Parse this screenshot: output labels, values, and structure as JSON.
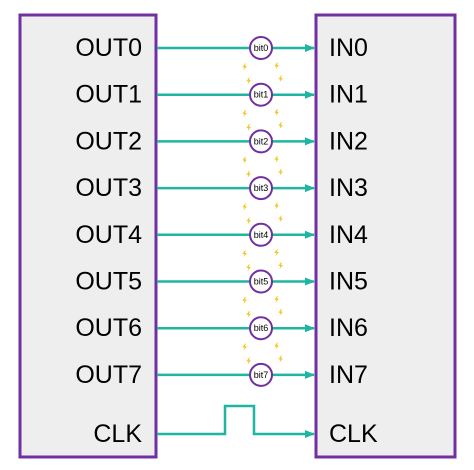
{
  "sender": {
    "labels": [
      "OUT0",
      "OUT1",
      "OUT2",
      "OUT3",
      "OUT4",
      "OUT5",
      "OUT6",
      "OUT7"
    ],
    "clk_label": "CLK"
  },
  "receiver": {
    "labels": [
      "IN0",
      "IN1",
      "IN2",
      "IN3",
      "IN4",
      "IN5",
      "IN6",
      "IN7"
    ],
    "clk_label": "CLK"
  },
  "bits": [
    "bit0",
    "bit1",
    "bit2",
    "bit3",
    "bit4",
    "bit5",
    "bit6",
    "bit7"
  ],
  "colors": {
    "box_border": "#7030a0",
    "box_fill": "#eeeeee",
    "wire": "#1fb5a0",
    "bit_border": "#7030a0",
    "bit_fill": "#ffffff",
    "interference": "#f0c419",
    "text": "#000000"
  },
  "icons": {
    "interference": "lightning-bolt-icon"
  }
}
